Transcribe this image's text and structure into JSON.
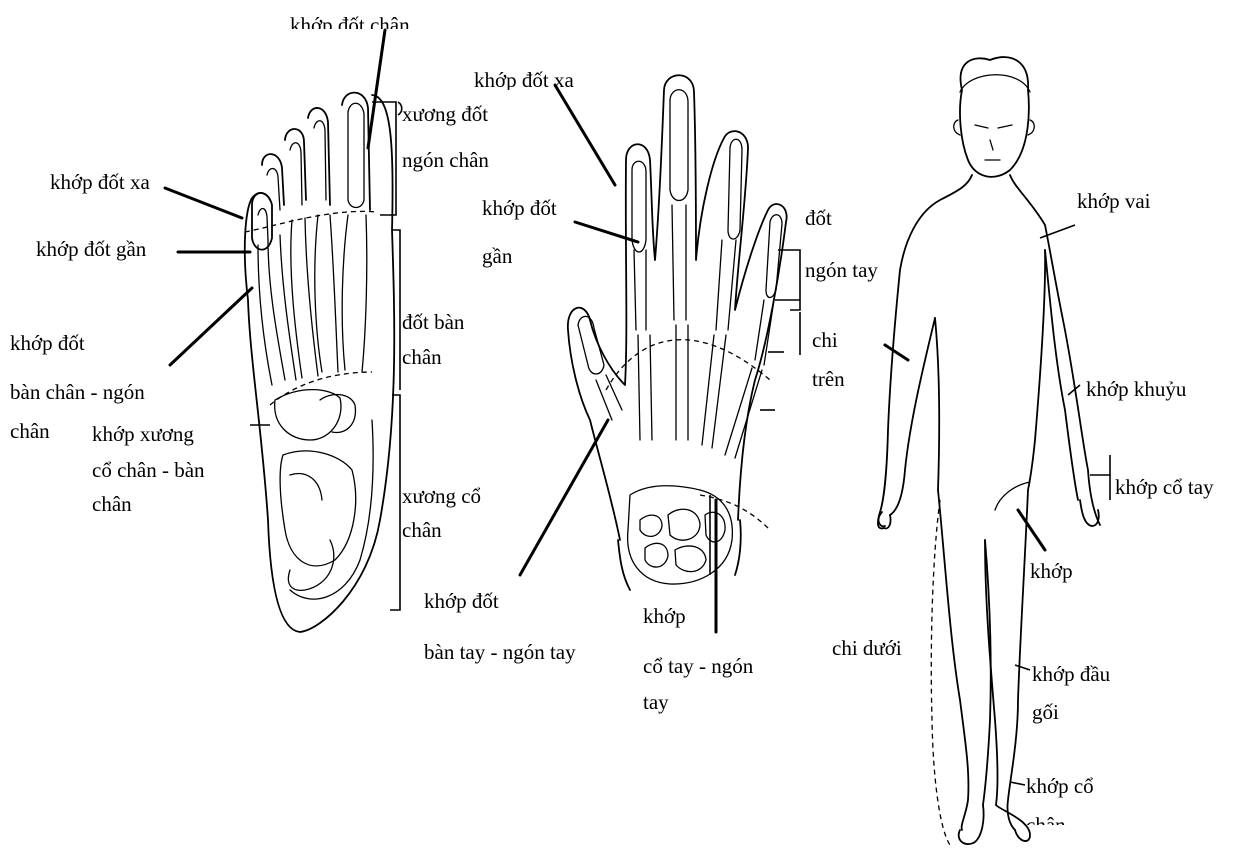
{
  "foot": {
    "khop_dot_chan": "khớp đốt chân",
    "xuong_dot": "xương đốt",
    "ngon_chan": "ngón chân",
    "khop_dot_xa": "khớp đốt xa",
    "khop_dot_gan": "khớp đốt gần",
    "khop_dot": "khớp đốt",
    "ban_chan_ngon": "bàn chân - ngón",
    "chan": "chân",
    "dot_ban": "đốt bàn",
    "chan2": "chân",
    "khop_xuong": "khớp xương",
    "co_chan_ban": "cổ chân - bàn",
    "chan3": "chân",
    "xuong_co": "xương cổ",
    "chan4": "chân"
  },
  "hand": {
    "khop_dot_xa": "khớp đốt xa",
    "khop_dot": "khớp đốt",
    "gan": "gần",
    "dot": "đốt",
    "ngon_tay": "ngón tay",
    "chi": "chi",
    "tren": "trên",
    "khop_dot2": "khớp đốt",
    "ban_tay_ngon_tay": "bàn tay - ngón tay",
    "khop": "khớp",
    "co_tay_ngon": "cổ tay - ngón",
    "tay": "tay"
  },
  "body": {
    "khop_vai": "khớp vai",
    "khop_khuyu": "khớp khuỷu",
    "khop_co_tay": "khớp cổ tay",
    "khop": "khớp",
    "chi_duoi": "chi dưới",
    "khop_dau": "khớp đầu",
    "goi": "gối",
    "khop_co": "khớp cổ",
    "chan": "chân"
  }
}
